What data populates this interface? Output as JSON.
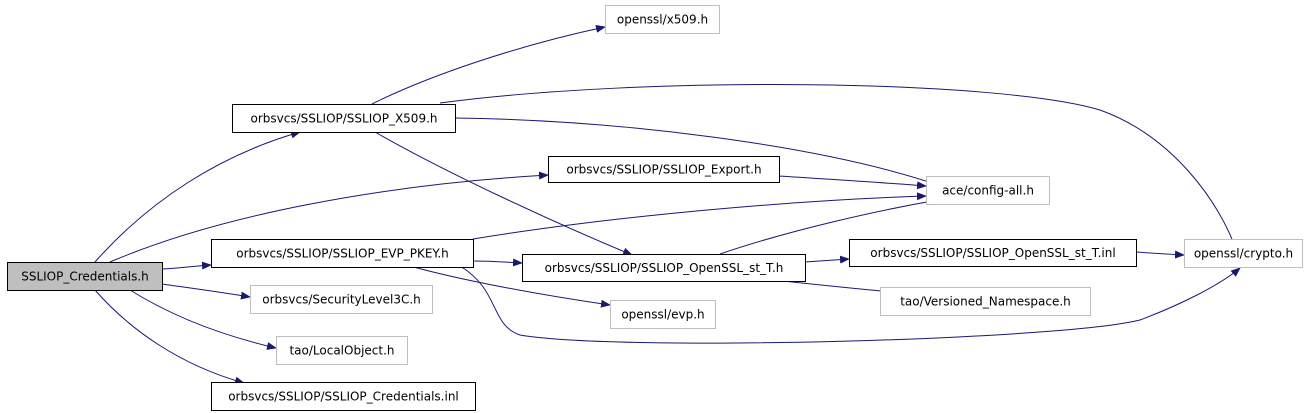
{
  "colors": {
    "edge": "#191970",
    "root_fill": "#bfbfbf",
    "root_border": "#000000",
    "documented_border": "#000000",
    "external_border": "#bfbfbf",
    "node_fill": "#ffffff"
  },
  "nodes": [
    {
      "id": "root",
      "label": "SSLIOP_Credentials.h",
      "kind": "root"
    },
    {
      "id": "x509h",
      "label": "orbsvcs/SSLIOP/SSLIOP_X509.h",
      "kind": "documented"
    },
    {
      "id": "exporth",
      "label": "orbsvcs/SSLIOP/SSLIOP_Export.h",
      "kind": "documented"
    },
    {
      "id": "evph",
      "label": "orbsvcs/SSLIOP/SSLIOP_EVP_PKEY.h",
      "kind": "documented"
    },
    {
      "id": "seclevel",
      "label": "orbsvcs/SecurityLevel3C.h",
      "kind": "external"
    },
    {
      "id": "localobj",
      "label": "tao/LocalObject.h",
      "kind": "external"
    },
    {
      "id": "credinl",
      "label": "orbsvcs/SSLIOP/SSLIOP_Credentials.inl",
      "kind": "documented"
    },
    {
      "id": "osslx509",
      "label": "openssl/x509.h",
      "kind": "external"
    },
    {
      "id": "opensslst",
      "label": "orbsvcs/SSLIOP/SSLIOP_OpenSSL_st_T.h",
      "kind": "documented"
    },
    {
      "id": "osslevp",
      "label": "openssl/evp.h",
      "kind": "external"
    },
    {
      "id": "aceconfig",
      "label": "ace/config-all.h",
      "kind": "external"
    },
    {
      "id": "opensslstinl",
      "label": "orbsvcs/SSLIOP/SSLIOP_OpenSSL_st_T.inl",
      "kind": "documented"
    },
    {
      "id": "versioned",
      "label": "tao/Versioned_Namespace.h",
      "kind": "external"
    },
    {
      "id": "crypto",
      "label": "openssl/crypto.h",
      "kind": "external"
    }
  ]
}
